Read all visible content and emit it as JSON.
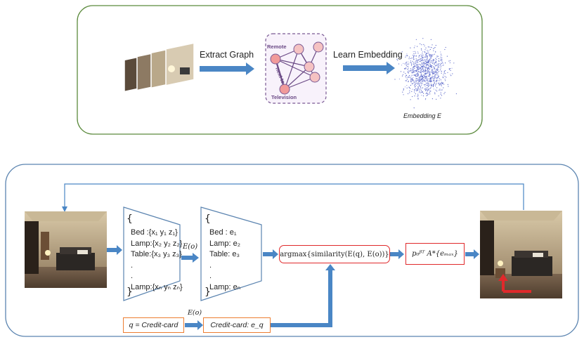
{
  "top_panel": {
    "extract_label": "Extract Graph",
    "learn_label": "Learn Embedding",
    "embedding_caption": "Embedding E",
    "graph_labels": {
      "remote": "Remote",
      "next_to": "next to",
      "television": "Television"
    }
  },
  "bottom_panel": {
    "list1": {
      "open_brace": "{",
      "close_brace": "}",
      "rows": [
        "Bed   :{x₁ y₁ z₁}",
        "Lamp:{x₂ y₂ z₂}",
        "Table:{x₃ y₃ z₃}",
        ".",
        ".",
        "Lamp:{xₙ yₙ zₙ}"
      ]
    },
    "list2": {
      "open_brace": "{",
      "close_brace": "}",
      "rows": [
        "Bed   : e₁",
        "Lamp: e₂",
        "Table: e₃",
        ".",
        ".",
        "Lamp: eₙ"
      ]
    },
    "encoder_label_1": "E(o)",
    "encoder_label_2": "E(o)",
    "argmax_text": "argmax{similarity(E(q), E(o))}",
    "policy_text": "p₀ᵝᵀ A*{eₘₐₓ}",
    "query_text": "q = Credit-card",
    "query_embedding_text": "Credit-card: e_q"
  },
  "colors": {
    "top_border": "#5b8a3c",
    "bottom_border": "#5b84b0",
    "arrow_blue": "#4a86c5",
    "box_red": "#e0292b",
    "box_orange": "#ed7d31",
    "node_fill": "#f5c2c2",
    "graph_border": "#7a5a94"
  }
}
